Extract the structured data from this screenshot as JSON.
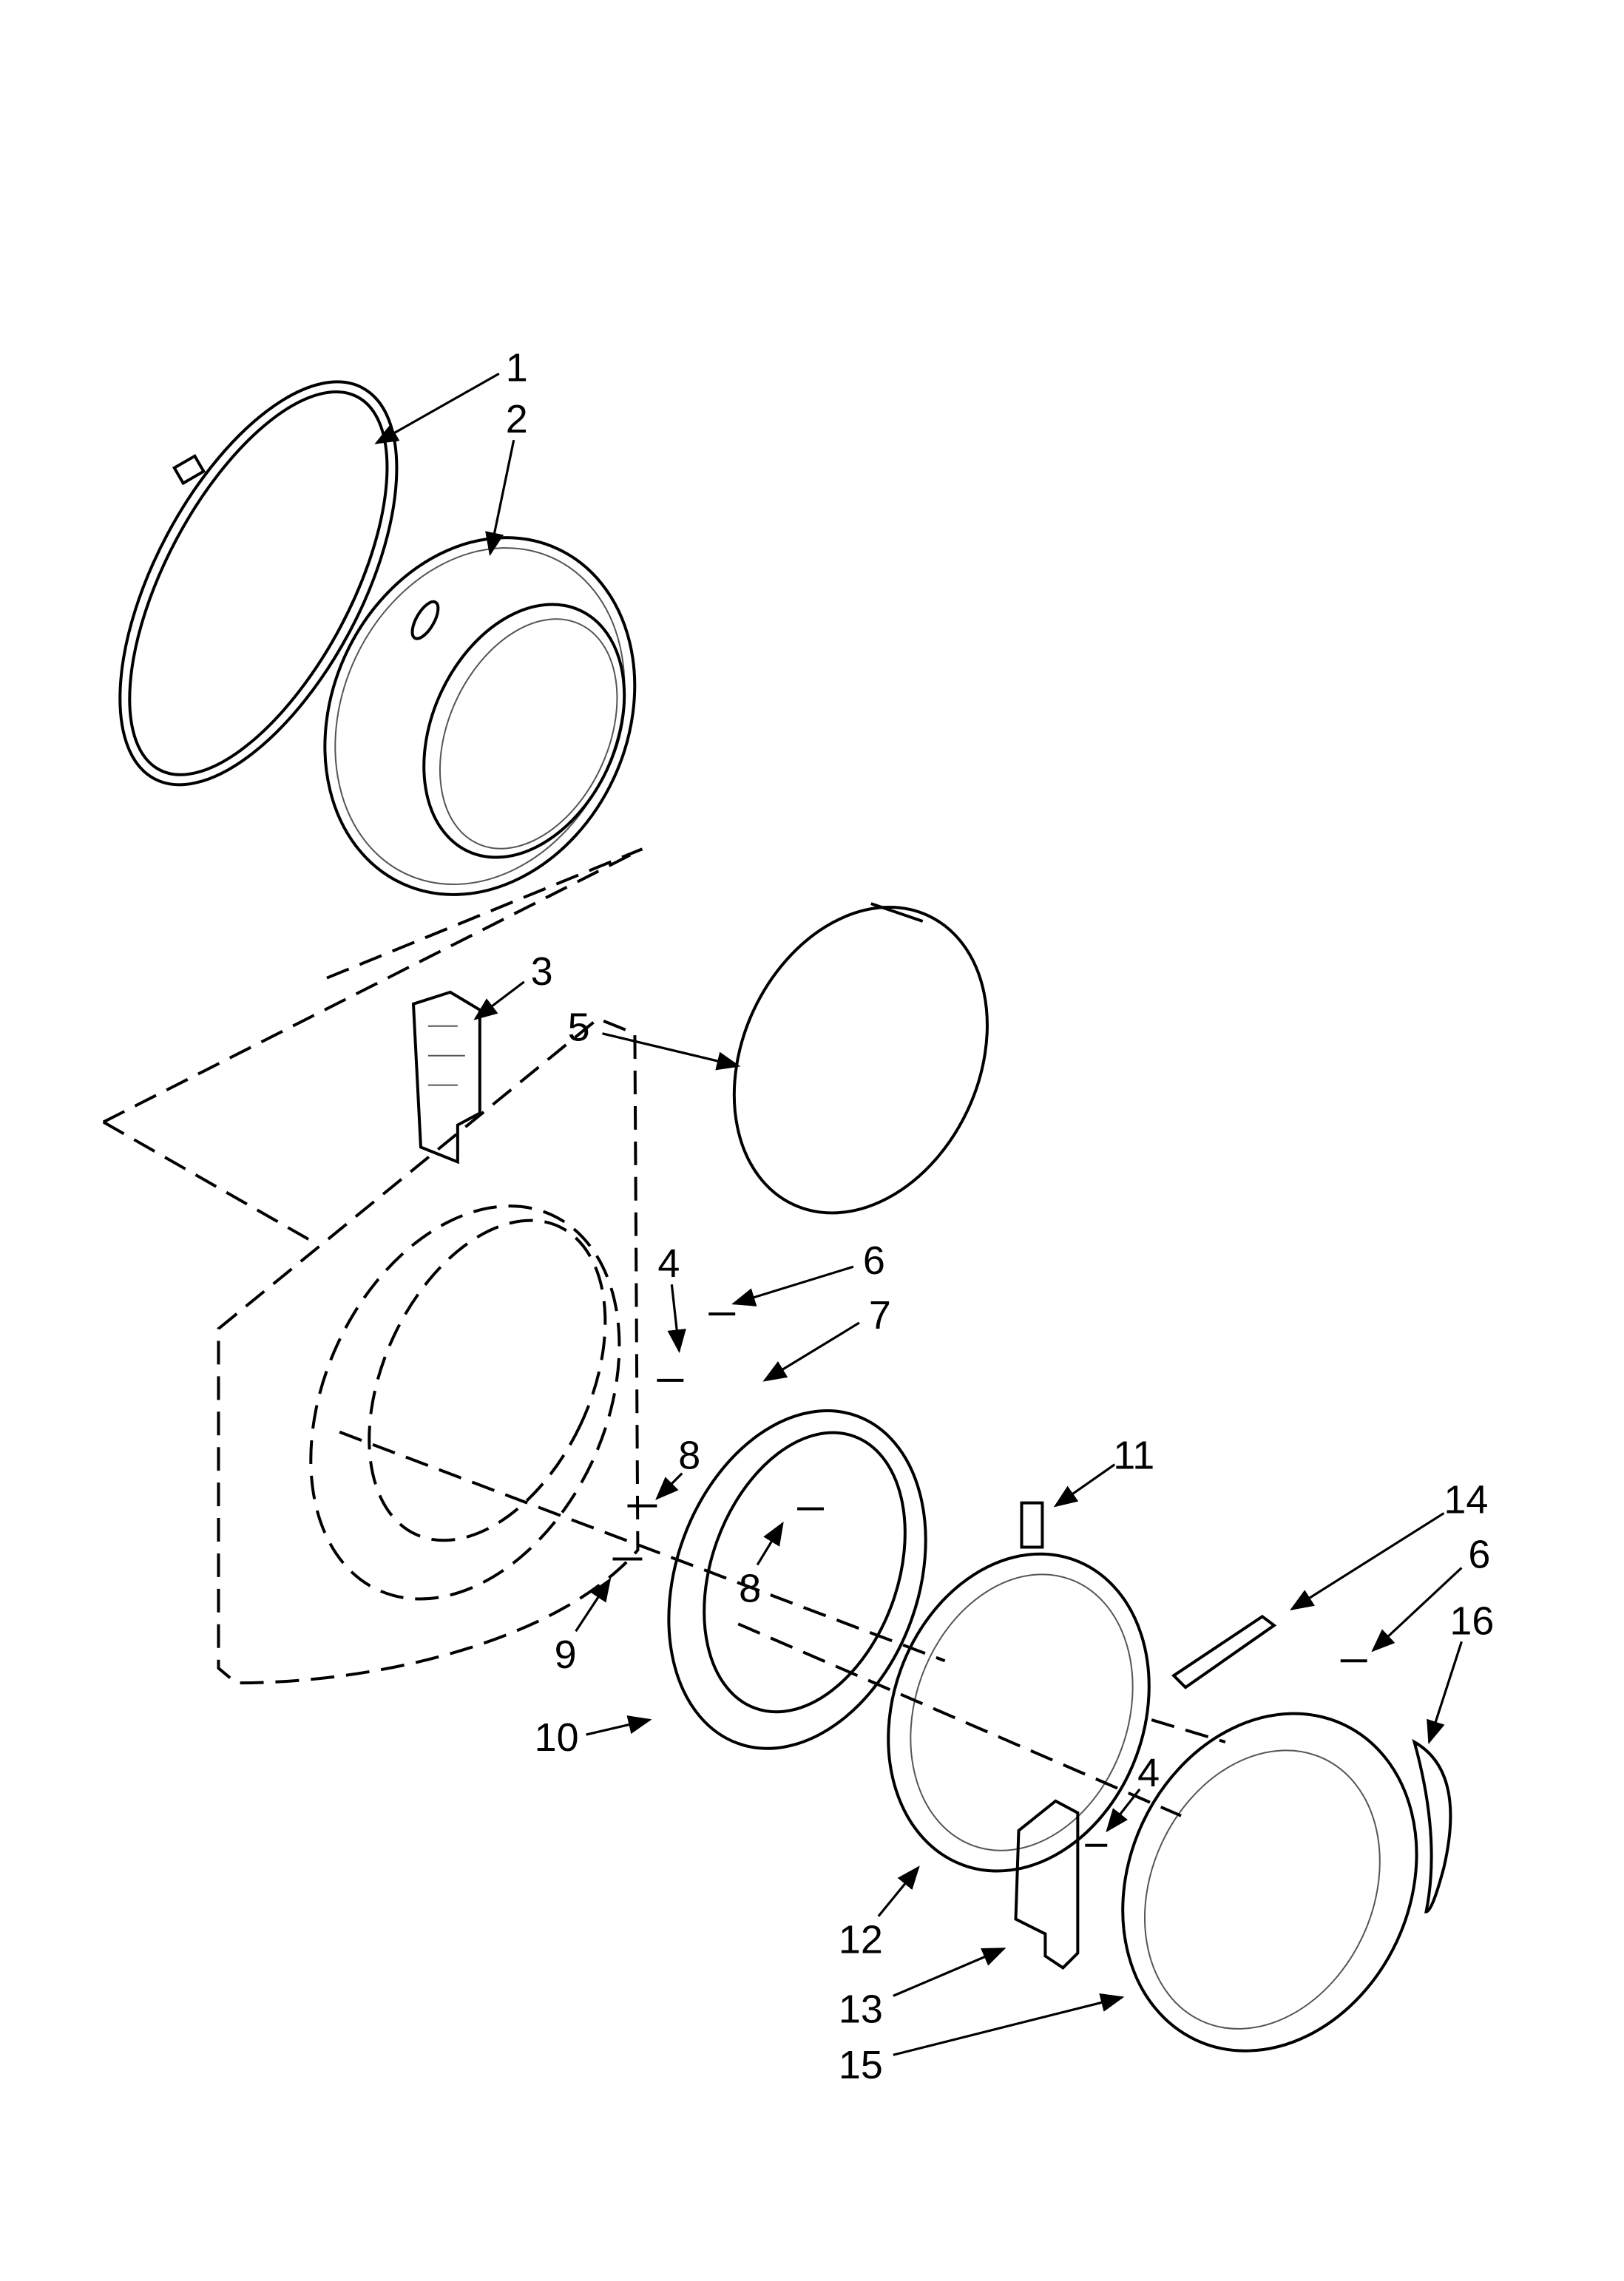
{
  "diagram": {
    "type": "exploded parts diagram",
    "callouts": [
      {
        "num": "1"
      },
      {
        "num": "2"
      },
      {
        "num": "3"
      },
      {
        "num": "5"
      },
      {
        "num": "4"
      },
      {
        "num": "6"
      },
      {
        "num": "7"
      },
      {
        "num": "8"
      },
      {
        "num": "8"
      },
      {
        "num": "9"
      },
      {
        "num": "10"
      },
      {
        "num": "11"
      },
      {
        "num": "14"
      },
      {
        "num": "6"
      },
      {
        "num": "16"
      },
      {
        "num": "4"
      },
      {
        "num": "12"
      },
      {
        "num": "13"
      },
      {
        "num": "15"
      }
    ]
  }
}
